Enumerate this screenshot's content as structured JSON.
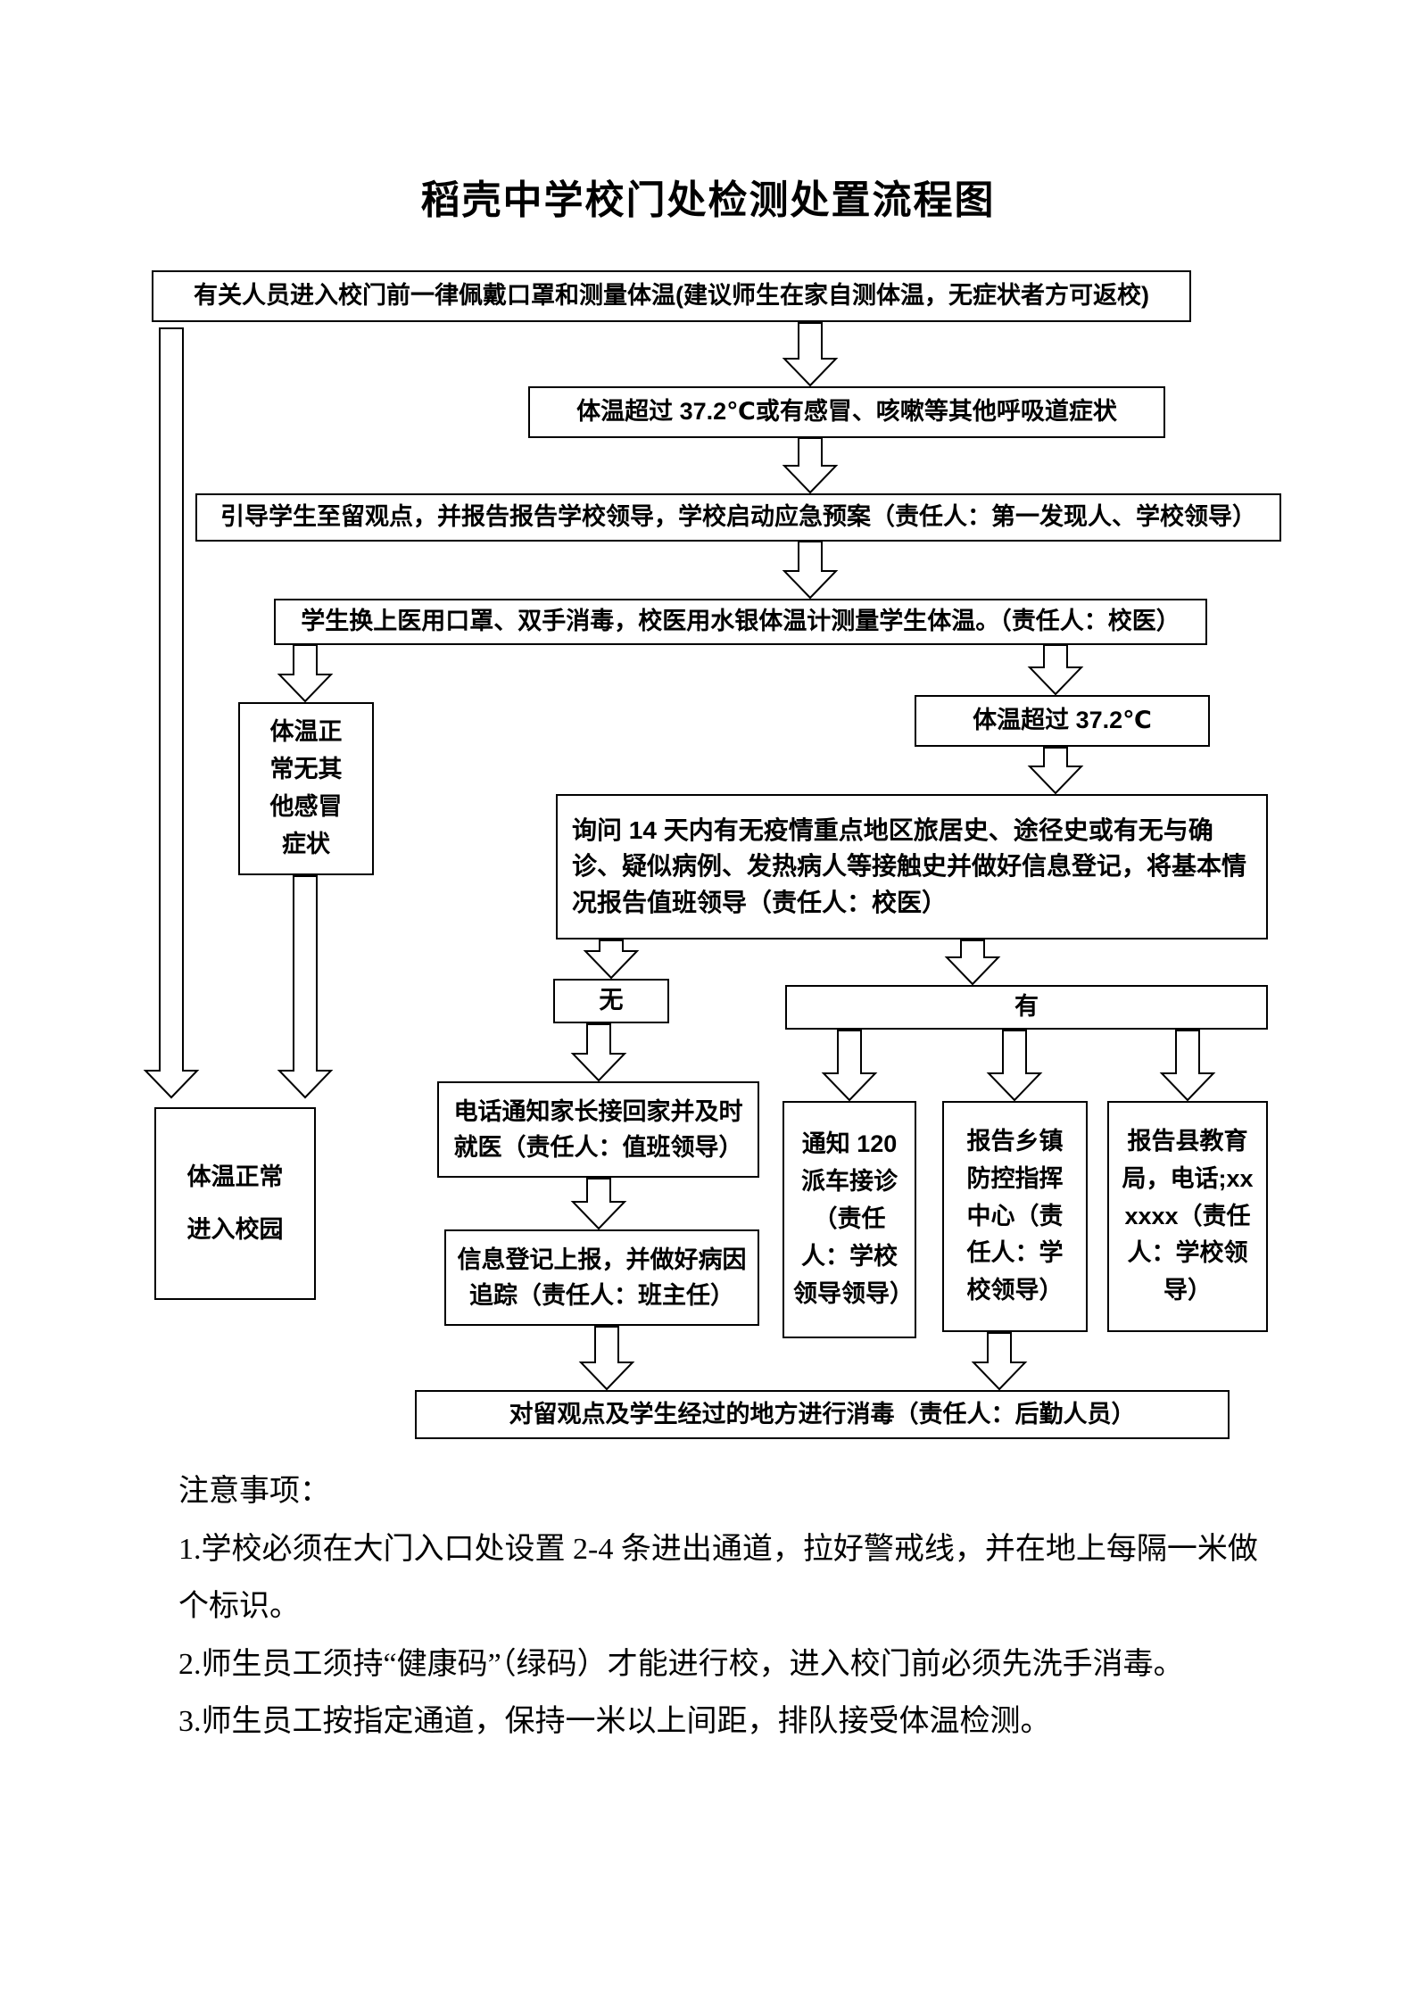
{
  "title": "稻壳中学校门处检测处置流程图",
  "flow": {
    "entry": "有关人员进入校门前一律佩戴口罩和测量体温(建议师生在家自测体温，无症状者方可返校)",
    "fever": "体温超过 37.2℃或有感冒、咳嗽等其他呼吸道症状",
    "guide": "引导学生至留观点，并报告报告学校领导，学校启动应急预案（责任人：第一发现人、学校领导）",
    "mask": "学生换上医用口罩、双手消毒，校医用水银体温计测量学生体温。（责任人：校医）",
    "normal_symptom": "体温正常无其他感冒症状",
    "over_372": "体温超过 37.2℃",
    "inquiry": "询问 14 天内有无疫情重点地区旅居史、途径史或有无与确诊、疑似病例、发热病人等接触史并做好信息登记，将基本情况报告值班领导（责任人：校医）",
    "no": "无",
    "yes": "有",
    "call_parents": "电话通知家长接回家并及时就医（责任人：值班领导）",
    "register": "信息登记上报，并做好病因追踪（责任人：班主任）",
    "call_120": "通知 120 派车接诊（责任人：学校领导领导）",
    "report_town": "报告乡镇防控指挥中心（责任人：学校领导）",
    "report_county": "报告县教育局，电话;xxxxxx（责任人：学校领导）",
    "disinfect": "对留观点及学生经过的地方进行消毒（责任人：后勤人员）",
    "normal_enter": "体温正常进入校园"
  },
  "notes": {
    "heading": "注意事项：",
    "items": [
      "1.学校必须在大门入口处设置 2-4 条进出通道，拉好警戒线，并在地上每隔一米做个标识。",
      "2.师生员工须持“健康码”（绿码）才能进行校，进入校门前必须先洗手消毒。",
      "3.师生员工按指定通道，保持一米以上间距，排队接受体温检测。"
    ]
  }
}
